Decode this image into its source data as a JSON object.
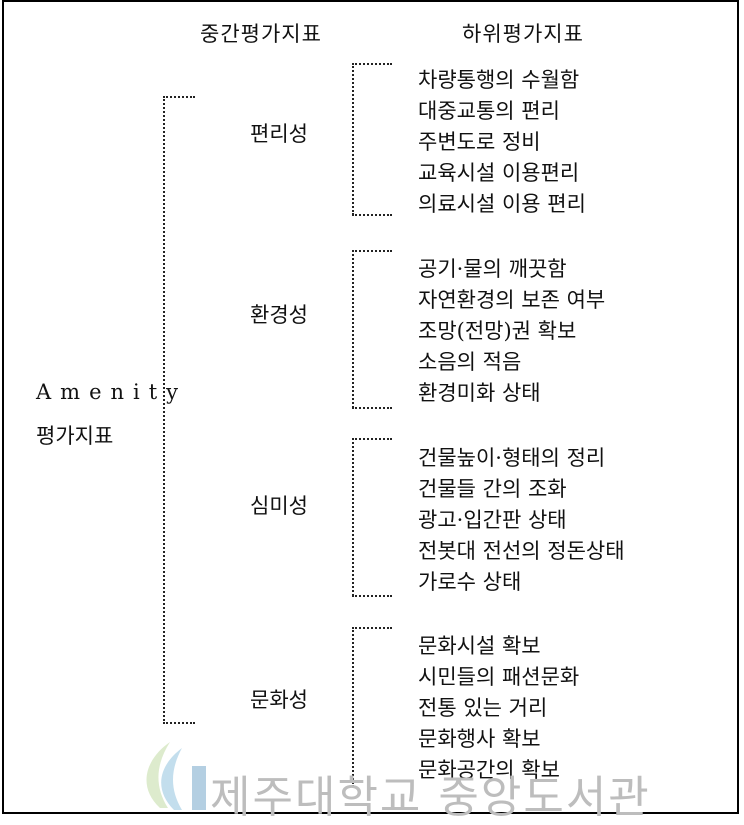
{
  "header": {
    "mid_label": "중간평가지표",
    "sub_label": "하위평가지표"
  },
  "root": {
    "line1": "Amenity",
    "line2": "평가지표"
  },
  "groups": [
    {
      "name": "편리성",
      "items": [
        "차량통행의 수월함",
        "대중교통의 편리",
        "주변도로 정비",
        "교육시설 이용편리",
        "의료시설 이용 편리"
      ]
    },
    {
      "name": "환경성",
      "items": [
        "공기·물의 깨끗함",
        "자연환경의 보존 여부",
        "조망(전망)권 확보",
        "소음의 적음",
        "환경미화 상태"
      ]
    },
    {
      "name": "심미성",
      "items": [
        "건물높이·형태의 정리",
        "건물들 간의 조화",
        "광고·입간판 상태",
        "전봇대 전선의 정돈상태",
        "가로수 상태"
      ]
    },
    {
      "name": "문화성",
      "items": [
        "문화시설 확보",
        "시민들의 패션문화",
        "전통 있는 거리",
        "문화행사 확보",
        "문화공간의 확보"
      ]
    }
  ],
  "watermark": {
    "text": "제주대학교 중앙도서관"
  }
}
